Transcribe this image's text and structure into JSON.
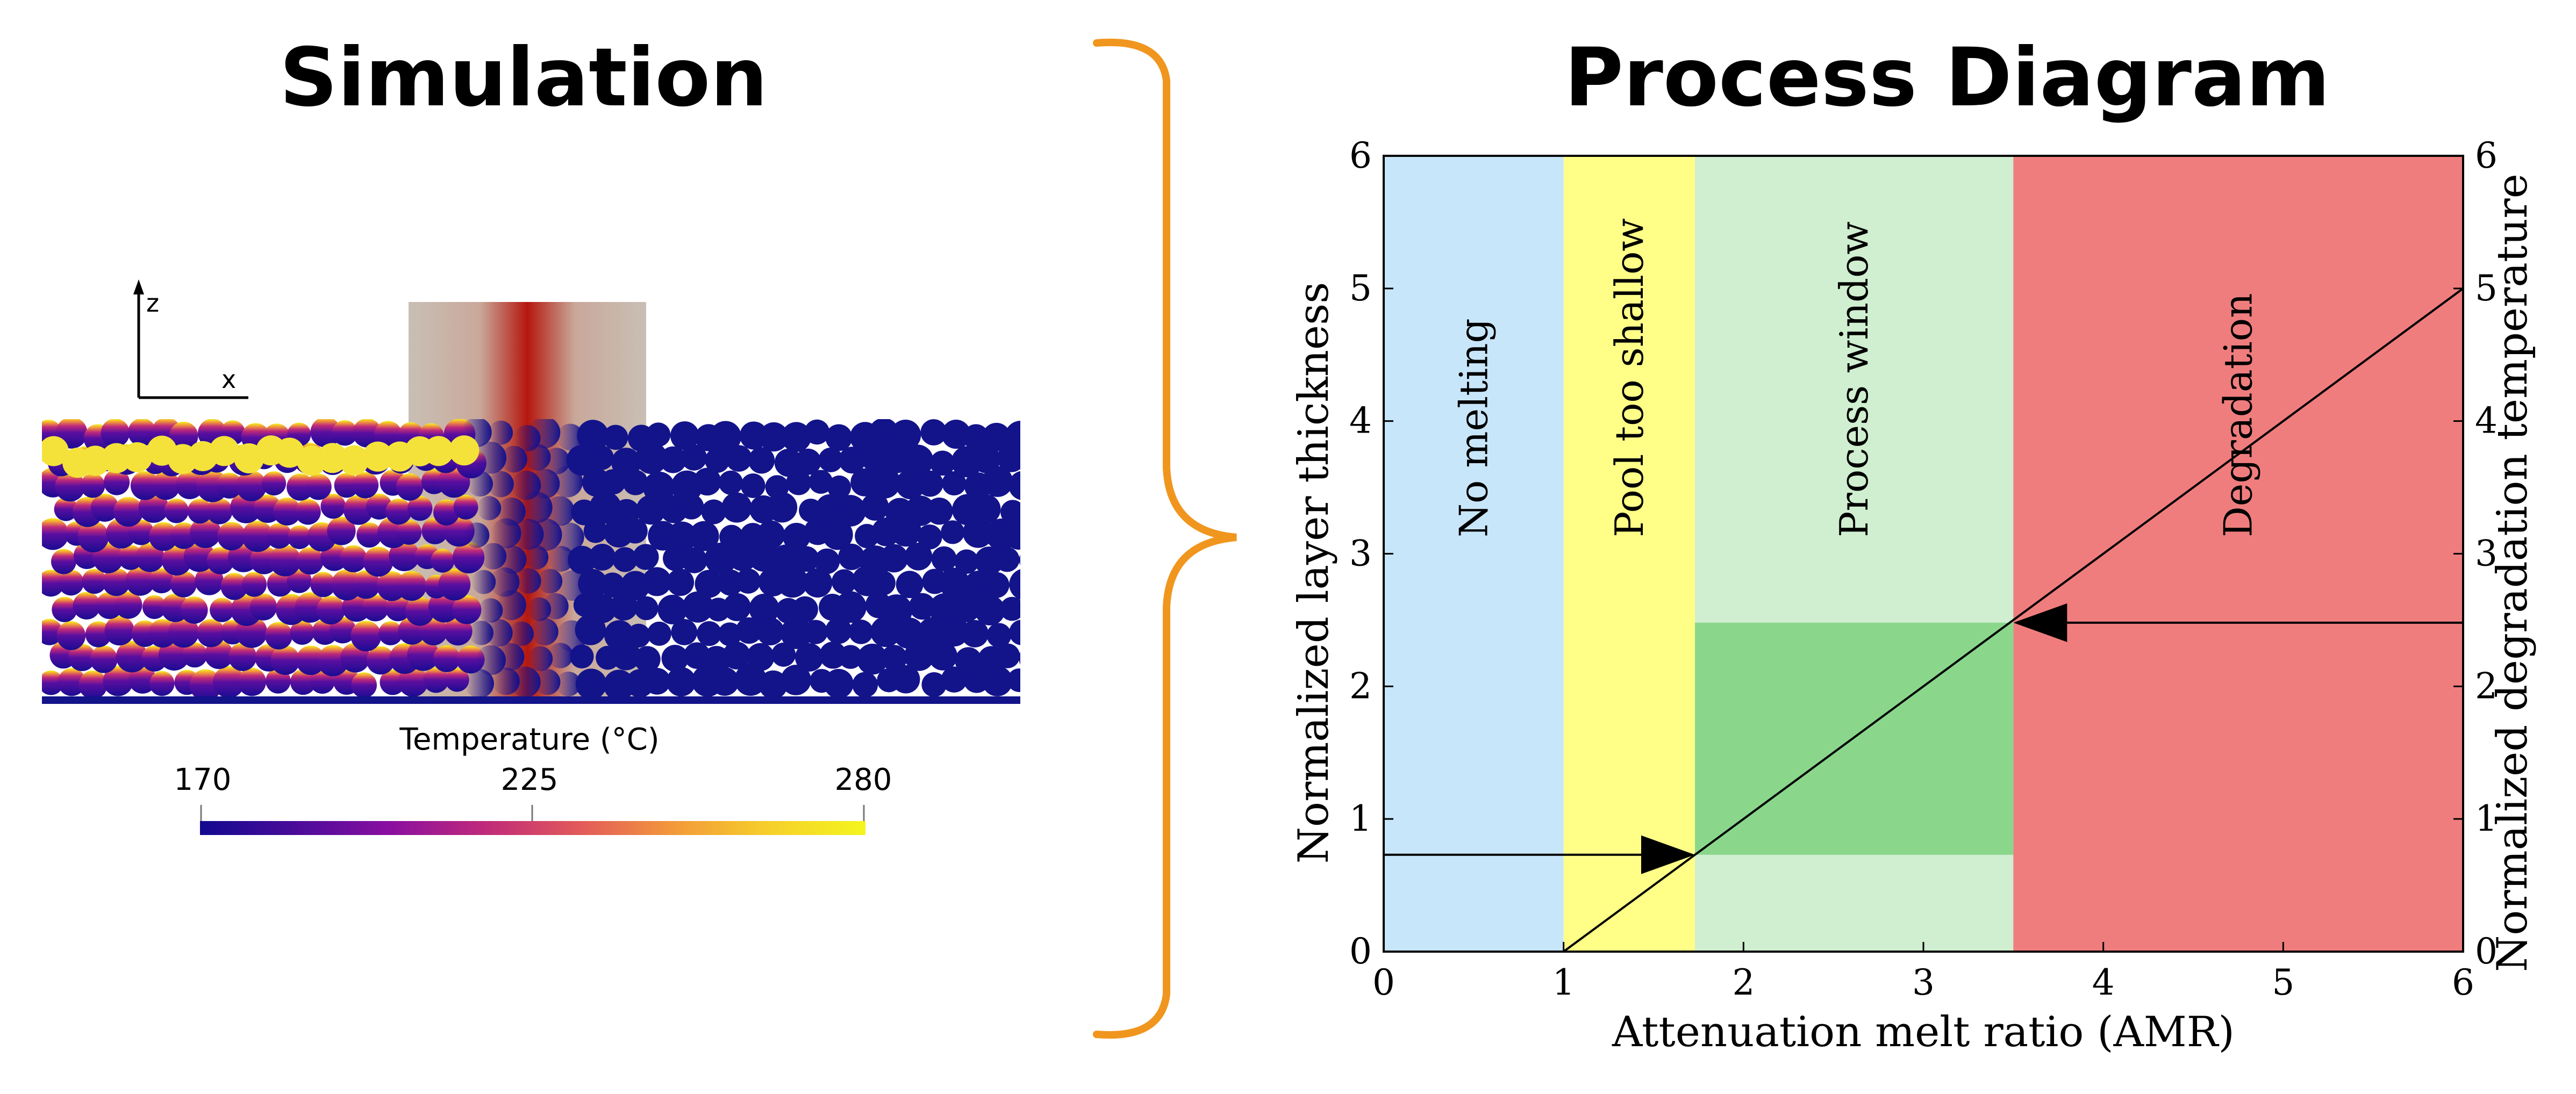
{
  "panels": {
    "left_title": "Simulation",
    "right_title": "Process Diagram"
  },
  "simulation": {
    "axis_z_label": "z",
    "axis_x_label": "x",
    "colorbar": {
      "title": "Temperature (°C)",
      "min_label": "170",
      "mid_label": "225",
      "max_label": "280",
      "colors": [
        "#120a8f",
        "#4a0b9a",
        "#8a0fa0",
        "#c02a7a",
        "#e25a5a",
        "#f39a3a",
        "#f6d02a",
        "#f4f51e"
      ]
    },
    "particle_color": "#13138a",
    "laser_color": "#b5170e",
    "laser_background": "#c9bfb5"
  },
  "brace_color": "#f0961e",
  "chart_data": {
    "type": "area",
    "xlabel": "Attenuation melt ratio (AMR)",
    "ylabel": "Normalized layer thickness",
    "ylabel_right": "Normalized degradation temperature",
    "xlim": [
      0,
      6
    ],
    "ylim": [
      0,
      6
    ],
    "x_ticks": [
      "0",
      "1",
      "2",
      "3",
      "4",
      "5",
      "6"
    ],
    "y_ticks": [
      "0",
      "1",
      "2",
      "3",
      "4",
      "5",
      "6"
    ],
    "y_ticks_right": [
      "0",
      "1",
      "2",
      "3",
      "4",
      "5",
      "6"
    ],
    "regions": [
      {
        "name": "No melting",
        "x0": 0,
        "x1": 1,
        "color": "#c8e6fa"
      },
      {
        "name": "Pool too shallow",
        "x0": 1,
        "x1": 1.73,
        "color": "#ffff88"
      },
      {
        "name": "Process window",
        "x0": 1.73,
        "x1": 3.5,
        "color": "#d0eed0"
      },
      {
        "name": "Degradation",
        "x0": 3.5,
        "x1": 6,
        "color": "#f07d7d"
      }
    ],
    "highlight_box": {
      "x0": 1.73,
      "x1": 3.5,
      "y0": 0.73,
      "y1": 2.48,
      "color": "#8ad78c"
    },
    "line": {
      "x": [
        1,
        6
      ],
      "y": [
        0,
        5
      ]
    },
    "arrows": [
      {
        "x_start": 0,
        "x_end": 1.73,
        "y": 0.73
      },
      {
        "x_start": 6,
        "x_end": 3.5,
        "y": 2.48
      }
    ]
  }
}
